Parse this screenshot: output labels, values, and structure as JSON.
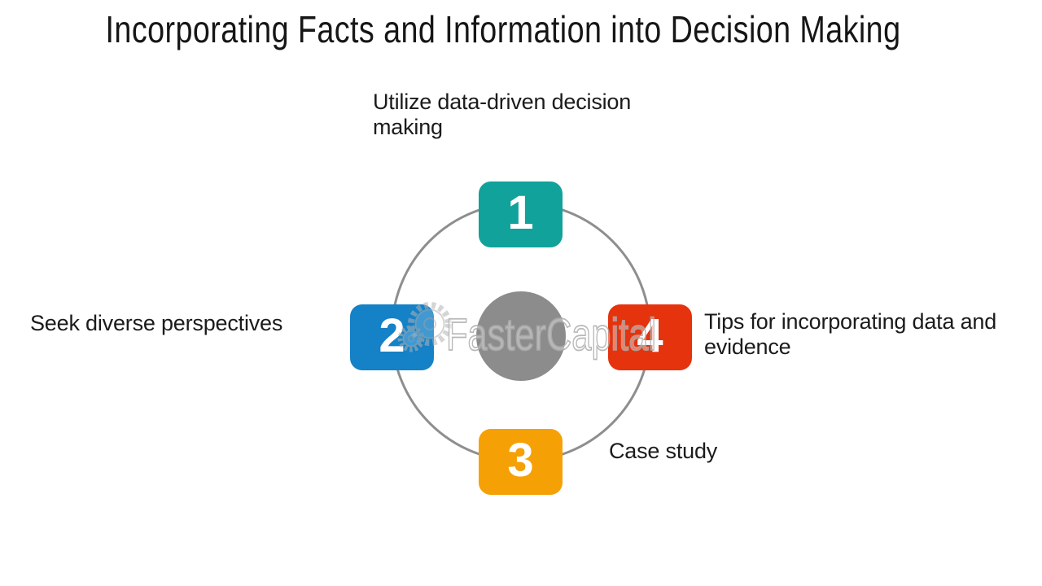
{
  "title": "Incorporating Facts and Information into Decision Making",
  "watermark": {
    "brand": "FasterCapital"
  },
  "diagram": {
    "type": "circular-cycle",
    "ring_color": "#8E8E8E",
    "hub_color": "#8C8C8C",
    "steps": [
      {
        "number": "1",
        "position": "top",
        "color": "#10A29B",
        "label": "Utilize data-driven decision making",
        "lines": [
          "Utilize data-driven decision",
          "making"
        ]
      },
      {
        "number": "2",
        "position": "left",
        "color": "#1581C6",
        "label": "Seek diverse perspectives",
        "lines": [
          "Seek diverse perspectives"
        ]
      },
      {
        "number": "3",
        "position": "bottom",
        "color": "#F5A106",
        "label": "Case study",
        "lines": [
          "Case study"
        ]
      },
      {
        "number": "4",
        "position": "right",
        "color": "#E5330E",
        "label": "Tips for incorporating data and evidence",
        "lines": [
          "Tips for incorporating data and",
          "evidence"
        ]
      }
    ]
  }
}
